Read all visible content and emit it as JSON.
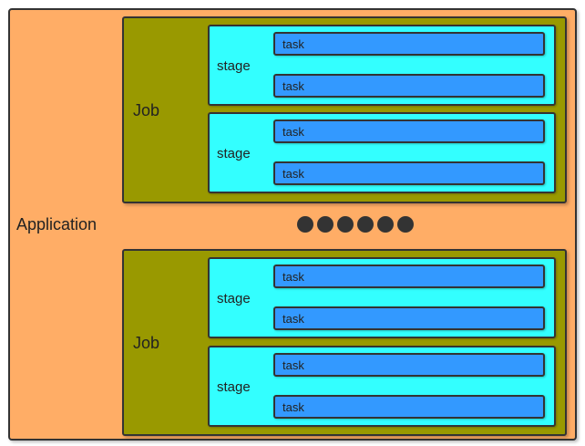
{
  "application": {
    "label": "Application"
  },
  "jobs": [
    {
      "label": "Job",
      "stages": [
        {
          "label": "stage",
          "tasks": [
            {
              "label": "task"
            },
            {
              "label": "task"
            }
          ]
        },
        {
          "label": "stage",
          "tasks": [
            {
              "label": "task"
            },
            {
              "label": "task"
            }
          ]
        }
      ]
    },
    {
      "label": "Job",
      "stages": [
        {
          "label": "stage",
          "tasks": [
            {
              "label": "task"
            },
            {
              "label": "task"
            }
          ]
        },
        {
          "label": "stage",
          "tasks": [
            {
              "label": "task"
            },
            {
              "label": "task"
            }
          ]
        }
      ]
    }
  ],
  "ellipsis": {
    "dot_count": 6
  },
  "colors": {
    "application": "#ffad66",
    "job": "#999900",
    "stage": "#33ffff",
    "task": "#3399ff",
    "outline": "#333333"
  }
}
